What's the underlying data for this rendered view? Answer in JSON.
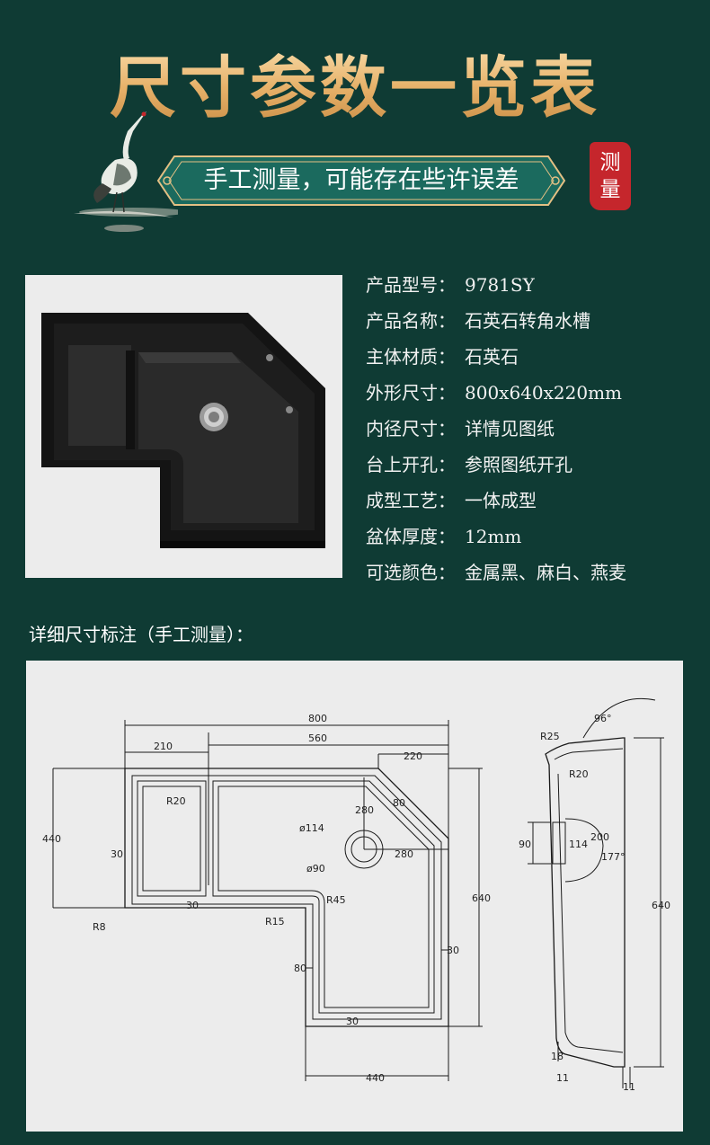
{
  "title": "尺寸参数一览表",
  "banner": {
    "text": "手工测量，可能存在些许误差"
  },
  "seal": {
    "line1": "测",
    "line2": "量"
  },
  "specs": [
    {
      "label": "产品型号：",
      "value": "9781SY"
    },
    {
      "label": "产品名称：",
      "value": "石英石转角水槽"
    },
    {
      "label": "主体材质：",
      "value": "石英石"
    },
    {
      "label": "外形尺寸：",
      "value": "800x640x220mm"
    },
    {
      "label": "内径尺寸：",
      "value": "详情见图纸"
    },
    {
      "label": "台上开孔：",
      "value": "参照图纸开孔"
    },
    {
      "label": "成型工艺：",
      "value": "一体成型"
    },
    {
      "label": "盆体厚度：",
      "value": "12mm"
    },
    {
      "label": "可选颜色：",
      "value": "金属黑、麻白、燕麦"
    }
  ],
  "section_heading": "详细尺寸标注（手工测量）：",
  "drawing": {
    "plan": {
      "d800": "800",
      "d560": "560",
      "d210": "210",
      "d220": "220",
      "d440_left": "440",
      "d30_left": "30",
      "dR20": "R20",
      "d30_mid": "30",
      "dR8": "R8",
      "d280_a": "280",
      "d80": "80",
      "d114": "ø114",
      "d90": "ø90",
      "d280_b": "280",
      "dR45": "R45",
      "dR15": "R15",
      "d640": "640",
      "d30_right": "30",
      "d80_low": "80",
      "d30_bottom": "30",
      "d440_bottom": "440"
    },
    "section": {
      "d96": "96°",
      "dR25": "R25",
      "dR20": "R20",
      "d90": "90",
      "d114": "114",
      "d200": "200",
      "d177": "177°",
      "d640": "640",
      "d18": "18",
      "d11a": "11",
      "d11b": "11"
    }
  },
  "colors": {
    "background": "#0f3b34",
    "title_gold": "#e7b26a",
    "banner_teal": "#1b6a5e",
    "seal_red": "#c5262c"
  }
}
